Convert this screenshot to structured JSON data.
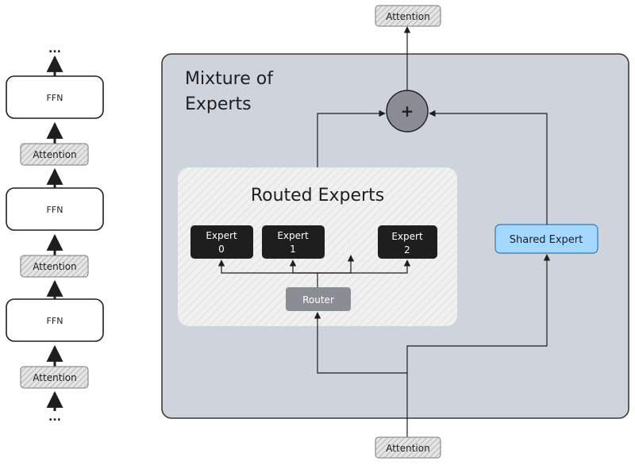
{
  "left_stack": {
    "top_ellipsis": "...",
    "bottom_ellipsis": "...",
    "ffn_labels": [
      "FFN",
      "FFN",
      "FFN"
    ],
    "attention_labels": [
      "Attention",
      "Attention",
      "Attention"
    ]
  },
  "moe": {
    "title_line1": "Mixture of",
    "title_line2": "Experts",
    "routed_title": "Routed Experts",
    "experts": [
      {
        "line1": "Expert",
        "line2": "0"
      },
      {
        "line1": "Expert",
        "line2": "1"
      },
      {
        "line1": "Expert",
        "line2": "2"
      }
    ],
    "router_label": "Router",
    "shared_expert_label": "Shared Expert",
    "sum_symbol": "+"
  },
  "top_attention": "Attention",
  "bottom_attention": "Attention",
  "colors": {
    "moe_panel": "#cfd3dc",
    "routed_panel": "#eeeeee",
    "expert_box": "#1e1e1e",
    "router_box": "#8a8d94",
    "shared_expert_fill": "#a5d8ff",
    "sum_circle": "#8a8d94",
    "attention_fill": "#d9d9d9"
  }
}
